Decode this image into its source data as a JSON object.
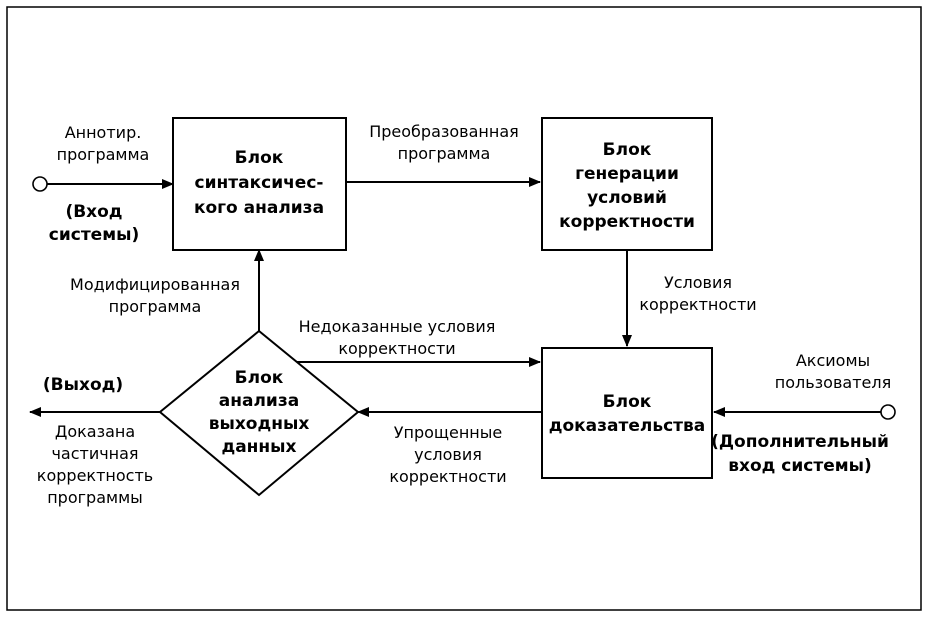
{
  "blocks": {
    "syntax": [
      "Блок",
      "синтаксичес-",
      "кого анализа"
    ],
    "generation": [
      "Блок",
      "генерации",
      "условий",
      "корректности"
    ],
    "proof": [
      "Блок",
      "доказательства"
    ],
    "output_analysis": [
      "Блок",
      "анализа",
      "выходных",
      "данных"
    ]
  },
  "labels": {
    "annotated_program": [
      "Аннотир.",
      "программа"
    ],
    "system_input": [
      "(Вход",
      "системы)"
    ],
    "transformed_program": [
      "Преобразованная",
      "программа"
    ],
    "correctness_conditions": [
      "Условия",
      "корректности"
    ],
    "modified_program": [
      "Модифицированная",
      "программа"
    ],
    "unproved_conditions": [
      "Недоказанные условия",
      "корректности"
    ],
    "user_axioms": [
      "Аксиомы",
      "пользователя"
    ],
    "additional_input": [
      "(Дополнительный",
      "вход системы)"
    ],
    "output": "(Выход)",
    "partial_correctness": [
      "Доказана",
      "частичная",
      "корректность",
      "программы"
    ],
    "simplified_conditions": [
      "Упрощенные",
      "условия",
      "корректности"
    ]
  }
}
